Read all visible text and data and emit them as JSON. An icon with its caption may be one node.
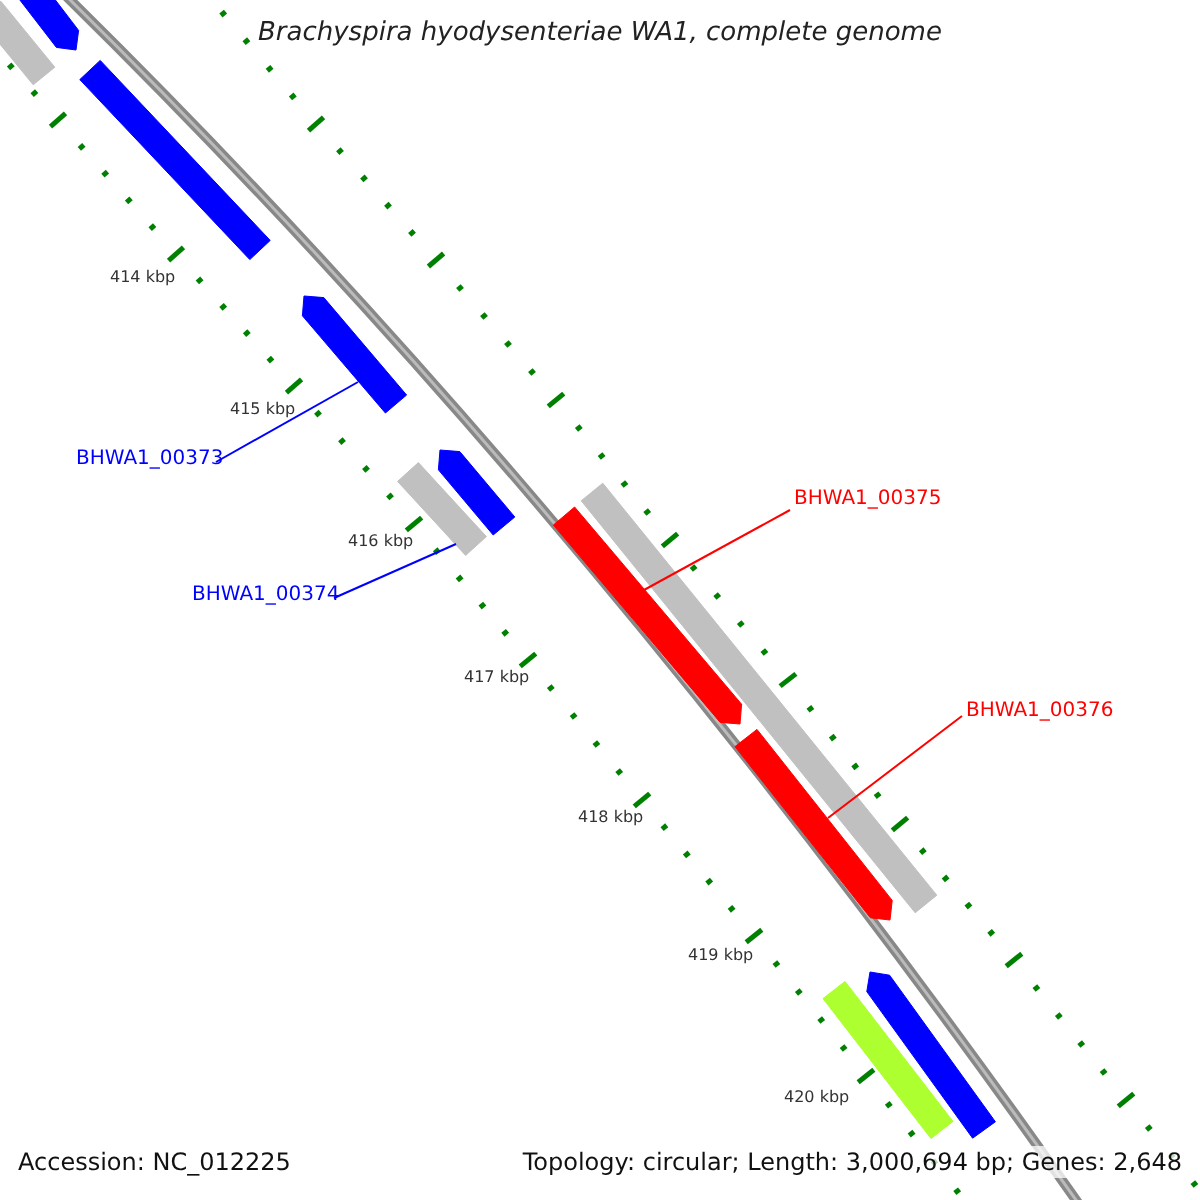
{
  "diagram": {
    "title": "Brachyspira hyodysenteriae WA1, complete genome",
    "nodes": [
      {
        "text": [
          "BHWA1_00373"
        ]
      },
      {
        "text": [
          "BHWA1_00375"
        ]
      },
      {
        "text": [
          "BHWA1_00374"
        ]
      },
      {
        "text": [
          "BHWA1_00376"
        ]
      },
      {
        "text": [],
        "shape": "bar"
      },
      {
        "text": [],
        "shape": "bar"
      },
      {
        "text": [],
        "shape": "bar"
      },
      {
        "text": [],
        "shape": "bar"
      },
      {
        "text": [],
        "shape": "bar"
      },
      {
        "text": [],
        "shape": "bar"
      },
      {
        "text": [],
        "shape": "bar"
      },
      {
        "text": [],
        "shape": "bar"
      },
      {
        "text": [],
        "shape": "bar"
      },
      {
        "text": [],
        "shape": "bar"
      },
      {
        "text": [],
        "shape": "bar"
      }
    ],
    "edges": [
      {
        "from": 0,
        "to": 7,
        "arrow": "none",
        "color": "#0000ff"
      },
      {
        "from": 1,
        "to": 11,
        "arrow": "none",
        "color": "#ff0000"
      },
      {
        "from": 2,
        "to": 9,
        "arrow": "none",
        "color": "#0000ff"
      },
      {
        "from": 3,
        "to": 12,
        "arrow": "none",
        "color": "#ff0000"
      }
    ],
    "labels": [
      "414 kbp",
      "415 kbp",
      "416 kbp",
      "417 kbp",
      "418 kbp",
      "419 kbp",
      "420 kbp",
      "Accession: NC_012225",
      "Topology: circular; Length: 3,000,694 bp; Genes: 2,648"
    ]
  }
}
